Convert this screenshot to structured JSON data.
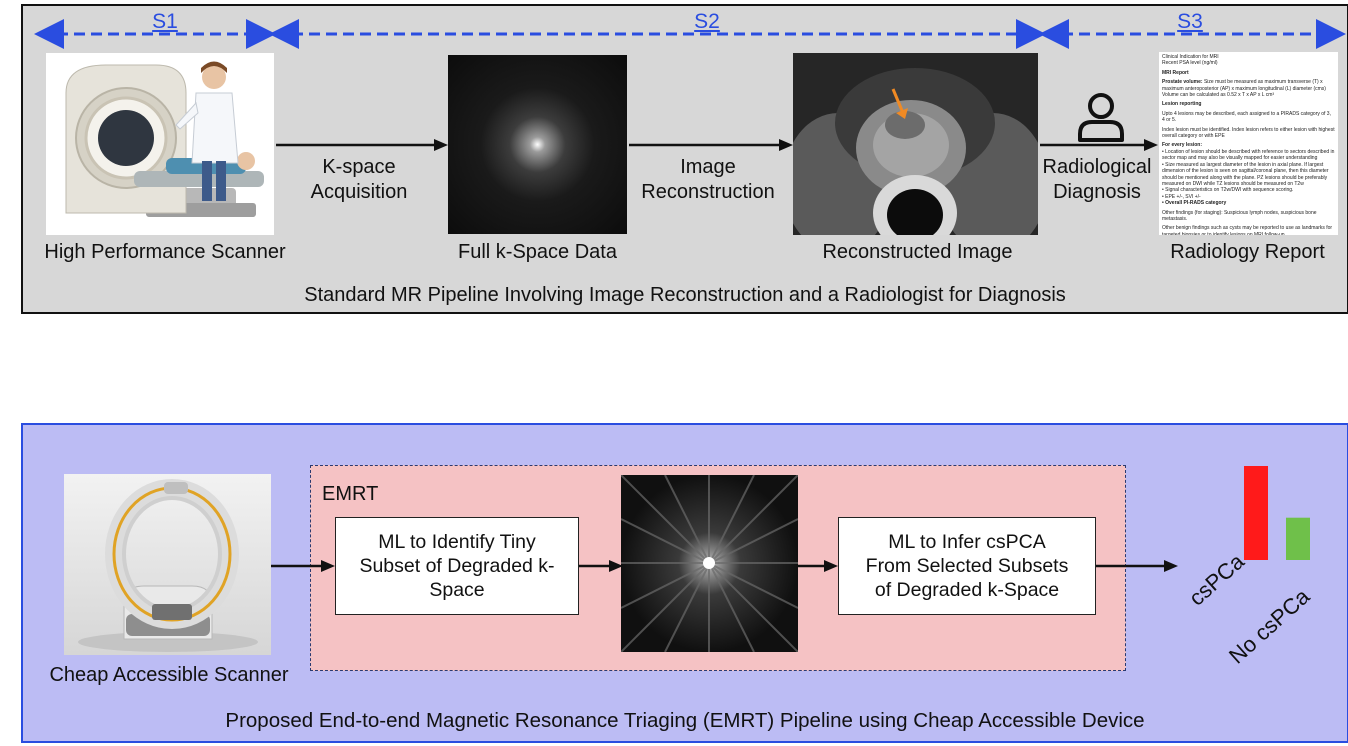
{
  "stages": {
    "s1": "S1",
    "s2": "S2",
    "s3": "S3"
  },
  "top": {
    "scanner_caption": "High Performance Scanner",
    "kspace_caption": "Full k-Space Data",
    "recon_caption": "Reconstructed Image",
    "report_caption": "Radiology Report",
    "arrow1_label_line1": "K-space",
    "arrow1_label_line2": "Acquisition",
    "arrow2_label_line1": "Image",
    "arrow2_label_line2": "Reconstruction",
    "arrow3_label_line1": "Radiological",
    "arrow3_label_line2": "Diagnosis",
    "panel_caption": "Standard MR Pipeline Involving Image Reconstruction and a Radiologist for Diagnosis"
  },
  "report": {
    "l1": "Clinical Indication for MRI",
    "l2": "Recent PSA level (ng/ml)",
    "h1": "MRI Report",
    "p1_bold": "Prostate volume:",
    "p1": " Size must be measured as maximum transverse (T) x maximum anteroposterior (AP) x maximum longitudinal (L) diameter (cms) Volume can be calculated as 0.52 x T x AP x L cm³",
    "h2": "Lesion reporting",
    "p2": "Upto 4 lesions may be described, each assigned to a PIRADS category of 3, 4 or 5.",
    "p3": "Index lesion must be identified. Index lesion refers to either lesion with highest overall category or with EPE",
    "h3": "For every lesion:",
    "b1": "• Location of lesion should be described with reference to sectors described in sector map and may also be visually mapped for easier understanding",
    "b2": "• Size measured as largest diameter of the lesion in axial plane. If largest dimension of the lesion is seen on sagittal/coronal plane, then this diameter should be mentioned along with the plane. PZ lesions should be preferably measured on DWI while TZ lesions should be measured on T2w",
    "b3": "• Signal characteristics on T2w/DWI with sequence scoring.",
    "b4": "• EPE +/-, SVI +/-",
    "b5": "• Overall PI-RADS category",
    "p4": "Other findings (for staging): Suspicious lymph nodes, suspicious bone metastasis.",
    "p5": "Other benign findings such as cysts may be reported to use as landmarks for targeted biopsies or to identify lesions on MRI follow-up"
  },
  "bottom": {
    "scanner_caption": "Cheap Accessible Scanner",
    "emrt_label": "EMRT",
    "ml1_line1": "ML to Identify Tiny",
    "ml1_line2": "Subset of Degraded k-",
    "ml1_line3": "Space",
    "ml2_line1": "ML to Infer csPCA",
    "ml2_line2": "From Selected Subsets",
    "ml2_line3": "of Degraded k-Space",
    "bar1_label": "csPCa",
    "bar2_label": "No csPCa",
    "panel_caption": "Proposed End-to-end Magnetic Resonance Triaging (EMRT) Pipeline using Cheap Accessible Device"
  },
  "colors": {
    "stage_blue": "#2a4de0",
    "bar_cspca": "#ff1a1a",
    "bar_no_cspca": "#6fc04a",
    "arrow_orange": "#f08a24"
  },
  "bars": {
    "cspca_level": 1.0,
    "no_cspca_level": 0.45
  }
}
